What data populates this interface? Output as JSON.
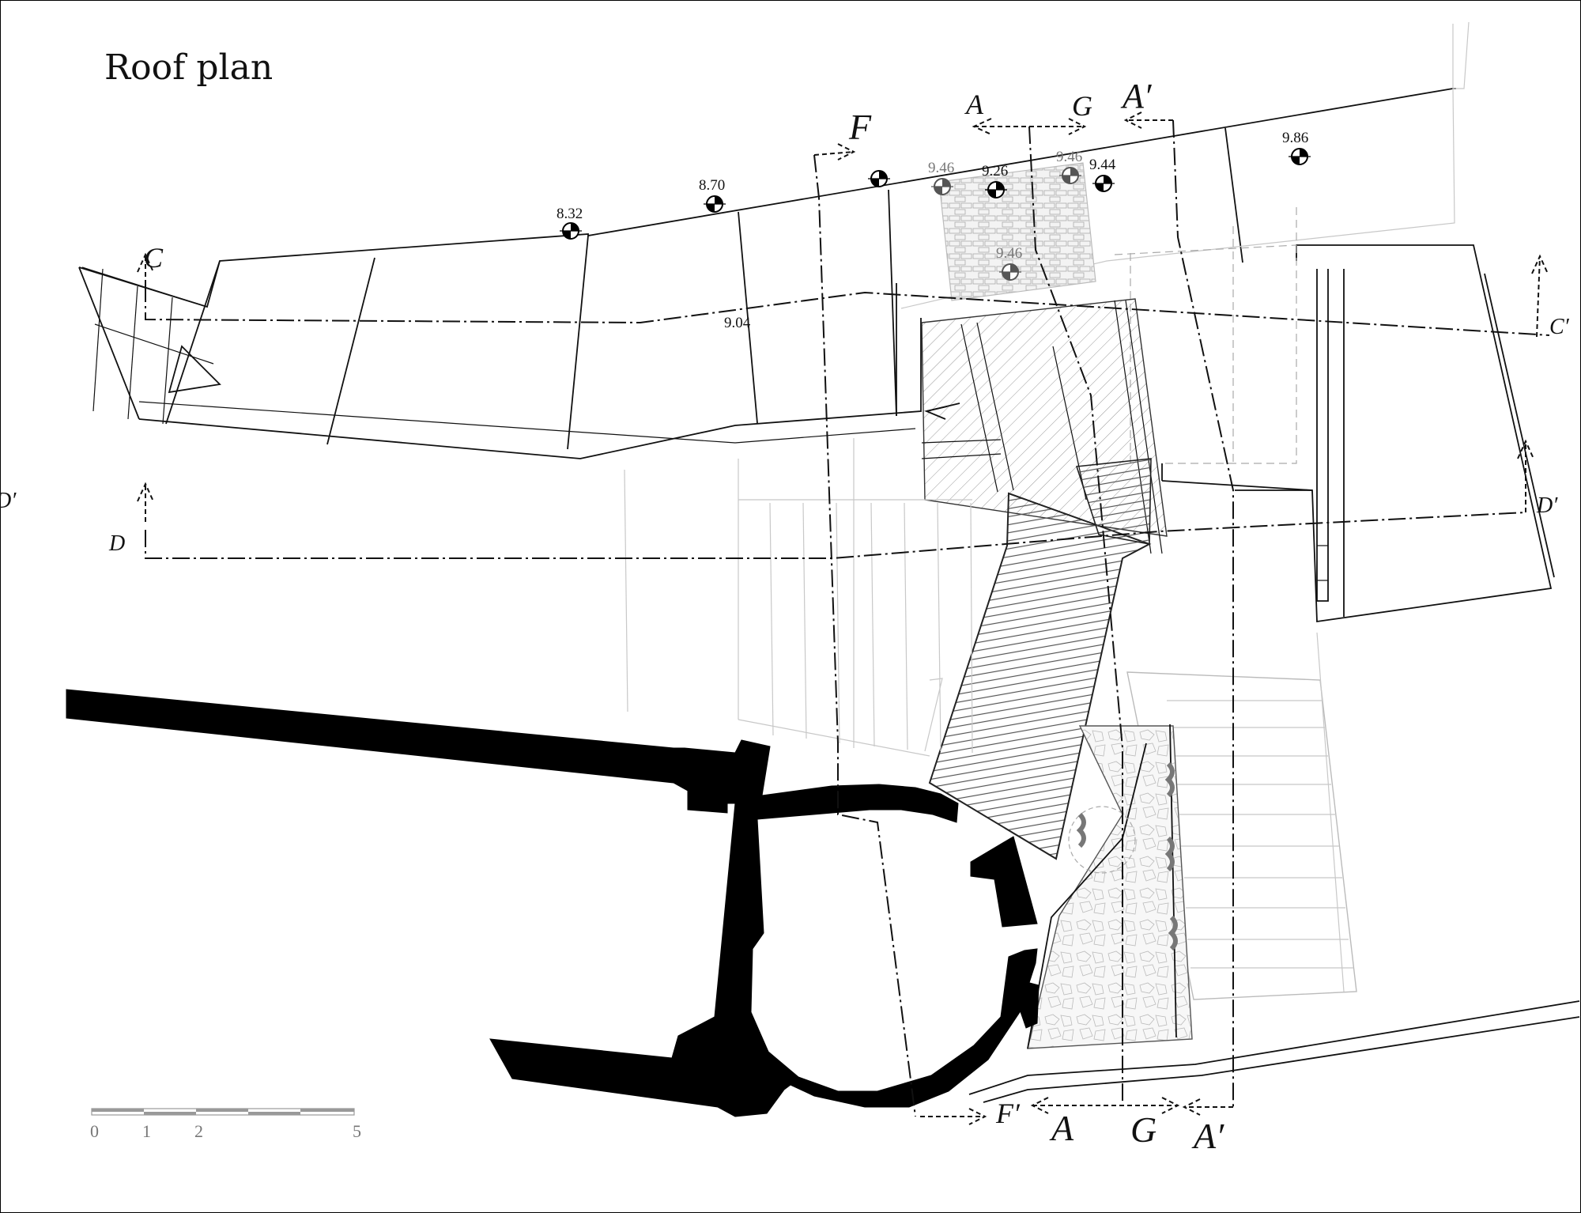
{
  "title": "Roof plan",
  "elevations": [
    {
      "id": "e1",
      "label": "8.32",
      "grey": false
    },
    {
      "id": "e2",
      "label": "8.70",
      "grey": false
    },
    {
      "id": "e3",
      "label": "",
      "grey": false
    },
    {
      "id": "e4",
      "label": "9.46",
      "grey": true
    },
    {
      "id": "e5",
      "label": "9.26",
      "grey": false
    },
    {
      "id": "e6",
      "label": "9.46",
      "grey": true
    },
    {
      "id": "e7",
      "label": "9.44",
      "grey": false
    },
    {
      "id": "e8",
      "label": "9.86",
      "grey": false
    },
    {
      "id": "e9",
      "label": "9.46",
      "grey": true
    }
  ],
  "roof_level_note": "9.04",
  "section_marks": {
    "A": "A",
    "A_prime": "A′",
    "G": "G",
    "F": "F",
    "F_prime": "F′",
    "C": "C",
    "C_prime": "C′",
    "D": "D",
    "D_prime": "D′",
    "edge_fragment": "D′"
  },
  "scale_bar": {
    "labels": [
      "0",
      "1",
      "2",
      "5"
    ]
  }
}
